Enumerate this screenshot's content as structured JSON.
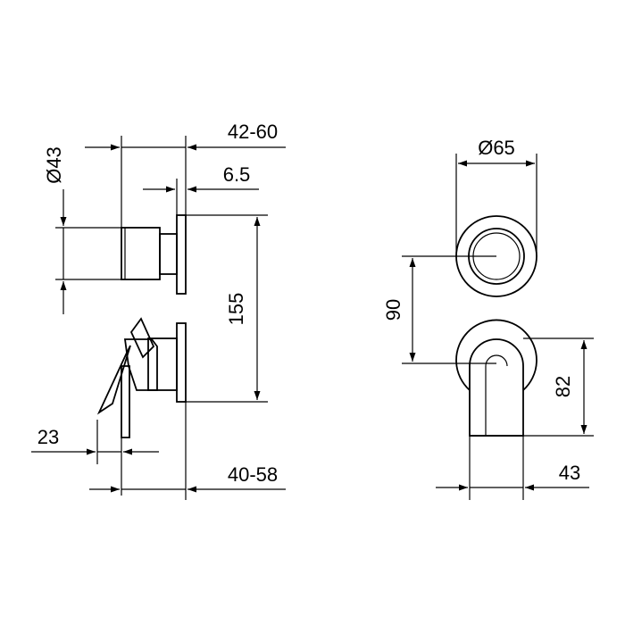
{
  "dimensions": {
    "escutcheon_diameter_side": "Ø43",
    "wall_depth_range_top": "42-60",
    "plate_thickness": "6.5",
    "plate_height": "155",
    "handle_offset": "23",
    "wall_depth_range_bottom": "40-58",
    "escutcheon_diameter_front": "Ø65",
    "center_distance": "90",
    "spout_height": "82",
    "spout_width": "43"
  },
  "colors": {
    "line": "#000000",
    "background": "#ffffff"
  }
}
